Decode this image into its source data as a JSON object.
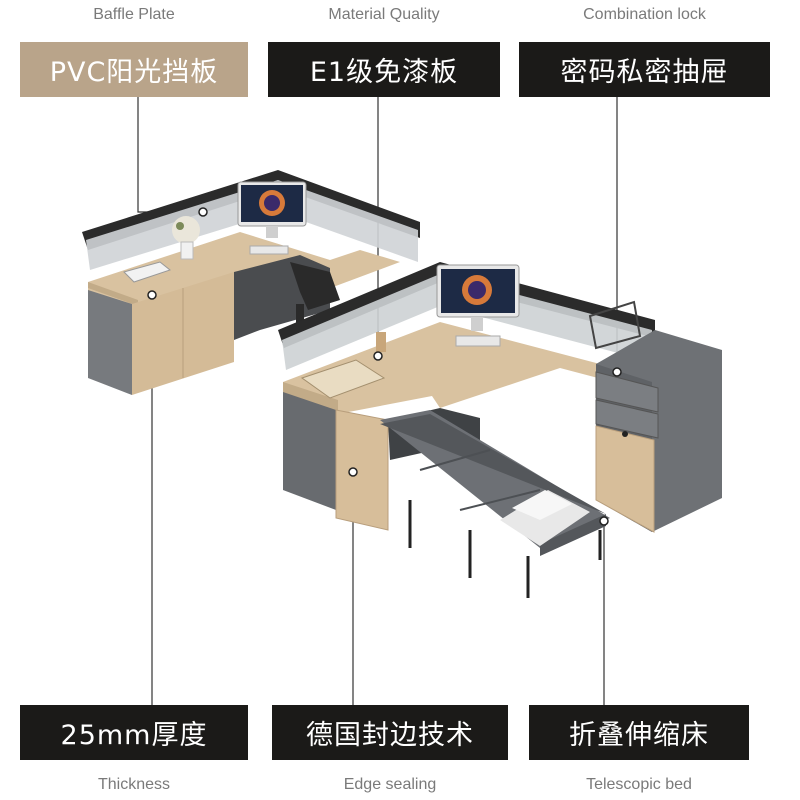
{
  "features": {
    "baffle": {
      "en": "Baffle Plate",
      "zh": "PVC阳光挡板"
    },
    "material": {
      "en": "Material Quality",
      "zh": "E1级免漆板"
    },
    "lock": {
      "en": "Combination lock",
      "zh": "密码私密抽屉"
    },
    "thickness": {
      "en": "Thickness",
      "zh": "25mm厚度"
    },
    "edge": {
      "en": "Edge sealing",
      "zh": "德国封边技术"
    },
    "bed": {
      "en": "Telescopic bed",
      "zh": "折叠伸缩床"
    }
  },
  "colors": {
    "label_dark": "#1b1a18",
    "label_tan": "#b9a48a",
    "caption": "#7a7a7a",
    "wood": "#d9c2a0",
    "cabinet": "#6e7175"
  }
}
